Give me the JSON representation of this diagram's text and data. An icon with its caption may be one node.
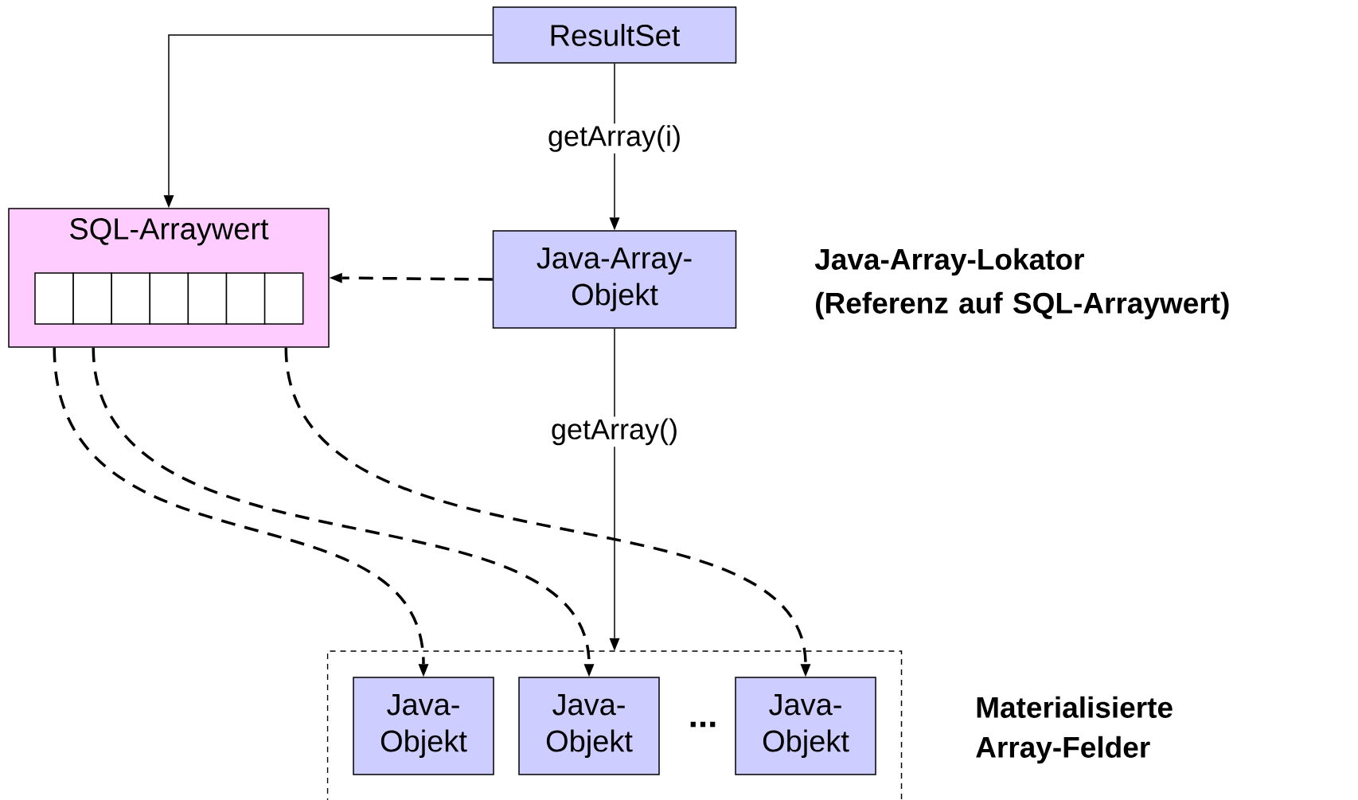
{
  "diagram": {
    "nodes": [
      {
        "text": [
          "ResultSet"
        ]
      },
      {
        "text": [
          "SQL-Arraywert"
        ]
      },
      {
        "text": [
          "Java-Array-Objekt"
        ],
        "beside": [
          "Java-Array-Lokator",
          "(Referenz auf SQL-Arraywert)"
        ]
      },
      {
        "text": [],
        "shape": "box",
        "beside": [
          "Materialisierte Array-Felder"
        ]
      },
      {
        "text": [
          "Java-Objekt"
        ],
        "in": 3
      },
      {
        "text": [
          "Java-Objekt"
        ],
        "in": 3
      },
      {
        "text": [
          "Java-Objekt"
        ],
        "in": 3
      }
    ],
    "edges": [
      {
        "from": 0,
        "to": 1,
        "arrow": "to"
      },
      {
        "from": 0,
        "to": 2,
        "arrow": "to",
        "label": "getArray(i)"
      },
      {
        "from": 2,
        "to": 1,
        "arrow": "to",
        "style": "dashed"
      },
      {
        "from": 2,
        "to": 3,
        "arrow": "to",
        "label": "getArray()"
      },
      {
        "from": 1,
        "to": 4,
        "arrow": "to",
        "style": "dashed"
      },
      {
        "from": 1,
        "to": 5,
        "arrow": "to",
        "style": "dashed"
      },
      {
        "from": 1,
        "to": 6,
        "arrow": "to",
        "style": "dashed"
      }
    ],
    "labels": [
      "..."
    ]
  }
}
